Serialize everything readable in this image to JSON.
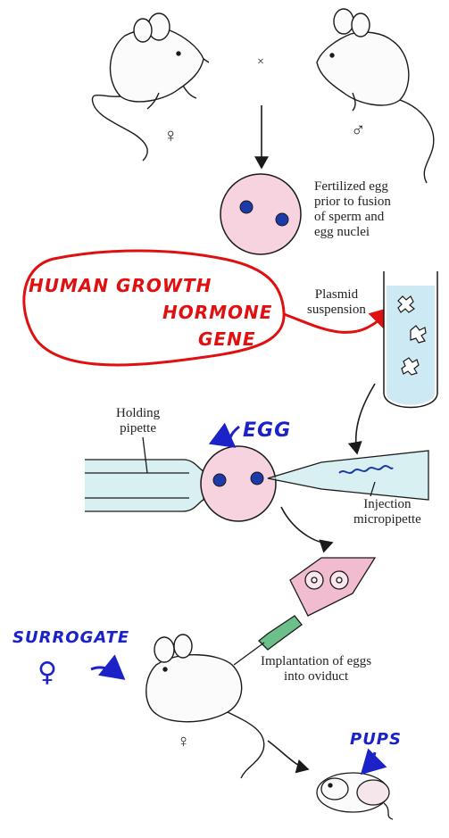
{
  "cross_symbol": "×",
  "female_symbol": "♀",
  "male_symbol": "♂",
  "labels": {
    "fertilized_egg": [
      "Fertilized egg",
      "prior to fusion",
      "of sperm and",
      "egg nuclei"
    ],
    "plasmid": [
      "Plasmid",
      "suspension"
    ],
    "holding_pipette": [
      "Holding",
      "pipette"
    ],
    "injection_micropipette": [
      "Injection",
      "micropipette"
    ],
    "implantation": [
      "Implantation of eggs",
      "into oviduct"
    ]
  },
  "annotations": {
    "gene": [
      "HUMAN GROWTH",
      "HORMONE",
      "GENE"
    ],
    "egg": "EGG",
    "surrogate": "SURROGATE",
    "pups": "PUPS"
  },
  "colors": {
    "annotation_red": "#e01010",
    "annotation_blue": "#1a22c8",
    "egg_fill": "#f7d3e0",
    "nucleus": "#1c3aa8",
    "pipette": "#bfe6ea",
    "outline": "#1a1a1a"
  }
}
